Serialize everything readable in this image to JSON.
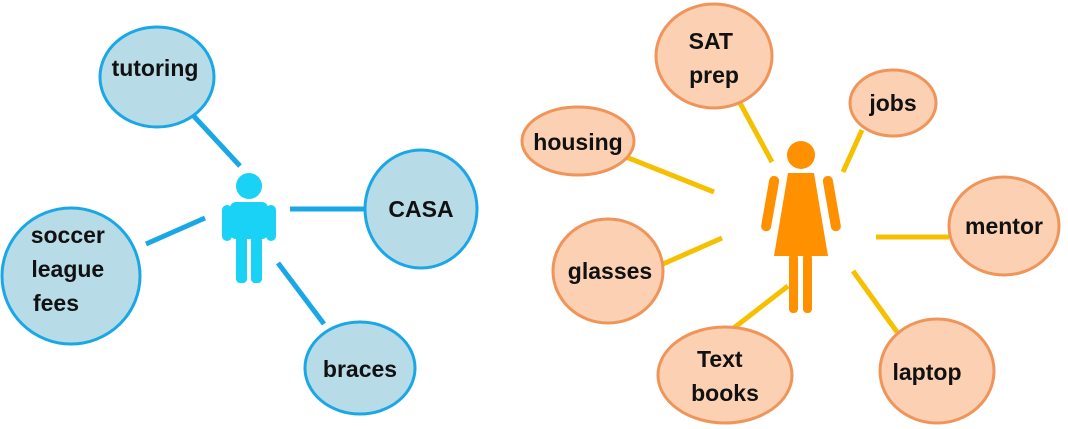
{
  "colors": {
    "left_fill": "#b7dce8",
    "left_stroke": "#1aa7e6",
    "left_line": "#1aa7e6",
    "left_person": "#19d2f5",
    "right_fill": "#fbd0b3",
    "right_stroke": "#f0955a",
    "right_line": "#f5c000",
    "right_person": "#ff9000"
  },
  "left_person": {
    "icon": "boy-person-icon"
  },
  "right_person": {
    "icon": "girl-person-icon"
  },
  "left_bubbles": [
    {
      "id": "tutoring",
      "lines": [
        "tutoring"
      ]
    },
    {
      "id": "casa",
      "lines": [
        "CASA"
      ]
    },
    {
      "id": "soccer",
      "lines": [
        "soccer",
        "league",
        "fees"
      ]
    },
    {
      "id": "braces",
      "lines": [
        "braces"
      ]
    }
  ],
  "right_bubbles": [
    {
      "id": "sat",
      "lines": [
        "SAT",
        "prep"
      ]
    },
    {
      "id": "jobs",
      "lines": [
        "jobs"
      ]
    },
    {
      "id": "housing",
      "lines": [
        "housing"
      ]
    },
    {
      "id": "mentor",
      "lines": [
        "mentor"
      ]
    },
    {
      "id": "glasses",
      "lines": [
        "glasses"
      ]
    },
    {
      "id": "textbooks",
      "lines": [
        "Text",
        "books"
      ]
    },
    {
      "id": "laptop",
      "lines": [
        "laptop"
      ]
    }
  ]
}
